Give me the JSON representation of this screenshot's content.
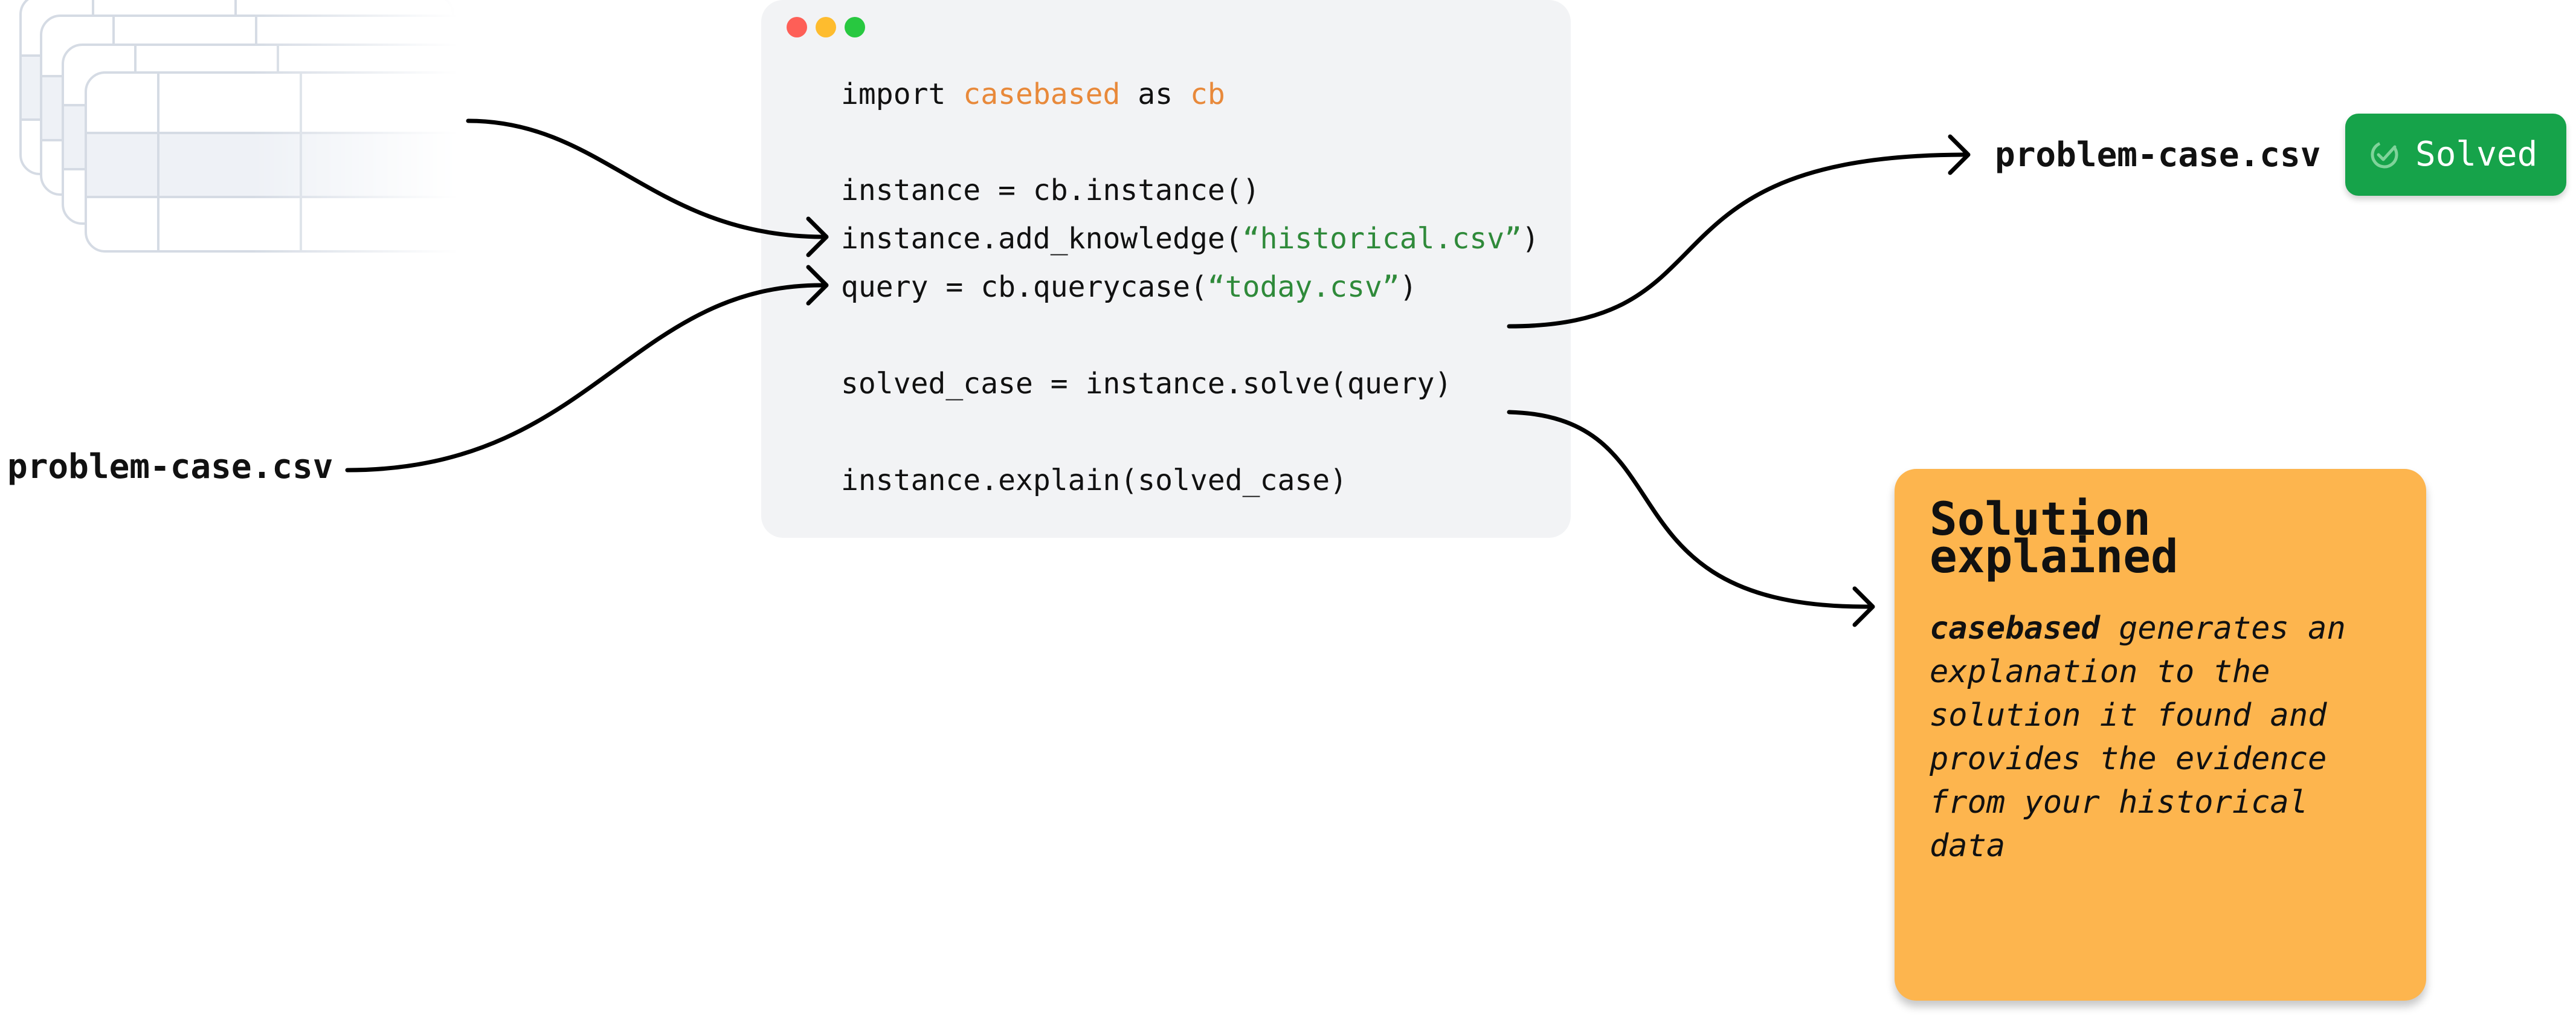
{
  "code": {
    "import_kw": "import ",
    "import_module": "casebased",
    "import_as": " as ",
    "import_alias": "cb",
    "line_instance": "instance = cb.instance()",
    "add_knowledge_prefix": "instance.add_knowledge(",
    "add_knowledge_arg": "“historical.csv”",
    "add_knowledge_suffix": ")",
    "query_prefix": "query = cb.querycase(",
    "query_arg": "“today.csv”",
    "query_suffix": ")",
    "line_solve": "solved_case = instance.solve(query)",
    "line_explain": "instance.explain(solved_case)"
  },
  "labels": {
    "problem_input": "problem-case.csv",
    "problem_output": "problem-case.csv",
    "solved_badge": "Solved"
  },
  "explanation": {
    "title": "Solution explained",
    "brand": "casebased",
    "body": " generates an explanation to the solution it found and provides the evidence from your historical data"
  },
  "icons": {
    "window_controls": [
      "close-dot",
      "minimize-dot",
      "maximize-dot"
    ],
    "solved_badge_icon": "check-circle-icon"
  },
  "colors": {
    "code_bg": "#f2f3f5",
    "keyword_orange": "#e8893a",
    "string_green": "#2f8a3a",
    "solved_green": "#16a34a",
    "card_orange": "#fdb54e"
  }
}
